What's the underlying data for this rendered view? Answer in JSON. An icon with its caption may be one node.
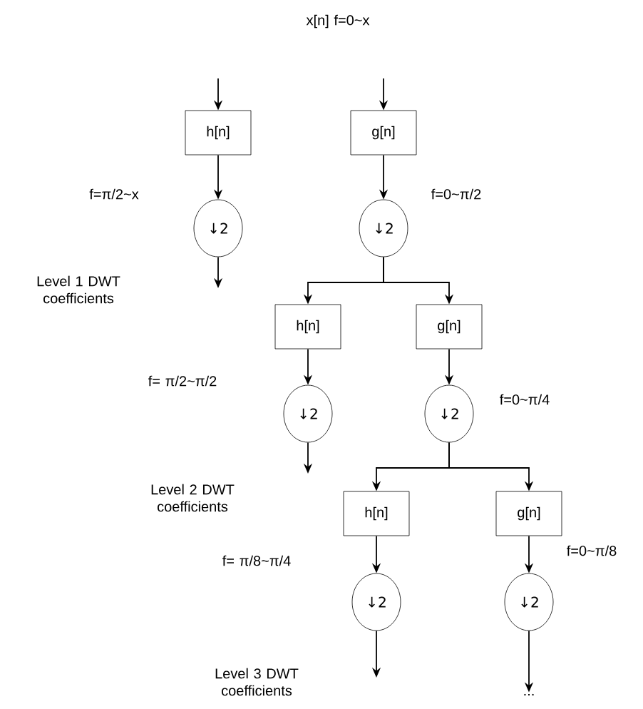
{
  "diagram": {
    "nodes": [
      {
        "text": [
          "h[n]"
        ]
      },
      {
        "text": [
          "g[n]"
        ]
      },
      {
        "text": [
          "↓2"
        ]
      },
      {
        "text": [
          "↓2"
        ]
      },
      {
        "text": [
          "h[n]"
        ]
      },
      {
        "text": [
          "g[n]"
        ]
      },
      {
        "text": [
          "↓2"
        ]
      },
      {
        "text": [
          "↓2"
        ]
      },
      {
        "text": [
          "h[n]"
        ]
      },
      {
        "text": [
          "g[n]"
        ]
      },
      {
        "text": [
          "↓2"
        ]
      },
      {
        "text": [
          "↓2"
        ]
      },
      {
        "text": [
          "..."
        ]
      }
    ],
    "edges": [
      {
        "from": null,
        "to": 0,
        "arrow": "to"
      },
      {
        "from": null,
        "to": 1,
        "arrow": "to"
      },
      {
        "from": 0,
        "to": 2,
        "arrow": "to"
      },
      {
        "from": 1,
        "to": 3,
        "arrow": "to"
      },
      {
        "from": 2,
        "to": null,
        "arrow": "to"
      },
      {
        "from": 3,
        "to": 4,
        "arrow": "to"
      },
      {
        "from": 3,
        "to": 5,
        "arrow": "to"
      },
      {
        "from": 4,
        "to": 6,
        "arrow": "to"
      },
      {
        "from": 5,
        "to": 7,
        "arrow": "to"
      },
      {
        "from": 6,
        "to": null,
        "arrow": "to"
      },
      {
        "from": 7,
        "to": 8,
        "arrow": "to"
      },
      {
        "from": 7,
        "to": 9,
        "arrow": "to"
      },
      {
        "from": 8,
        "to": 10,
        "arrow": "to"
      },
      {
        "from": 9,
        "to": 11,
        "arrow": "to"
      },
      {
        "from": 10,
        "to": null,
        "arrow": "to"
      },
      {
        "from": 11,
        "to": 12,
        "arrow": "to"
      }
    ],
    "labels": [
      "x[n]  f=0~x",
      "f=π/2~x",
      "f=0~π/2",
      "Level 1 DWT coefficients",
      "f= π/2~π/2",
      "f=0~π/4",
      "Level 2 DWT coefficients",
      "f=0~π/8",
      "f= π/8~π/4",
      "Level 3 DWT coefficients"
    ]
  }
}
